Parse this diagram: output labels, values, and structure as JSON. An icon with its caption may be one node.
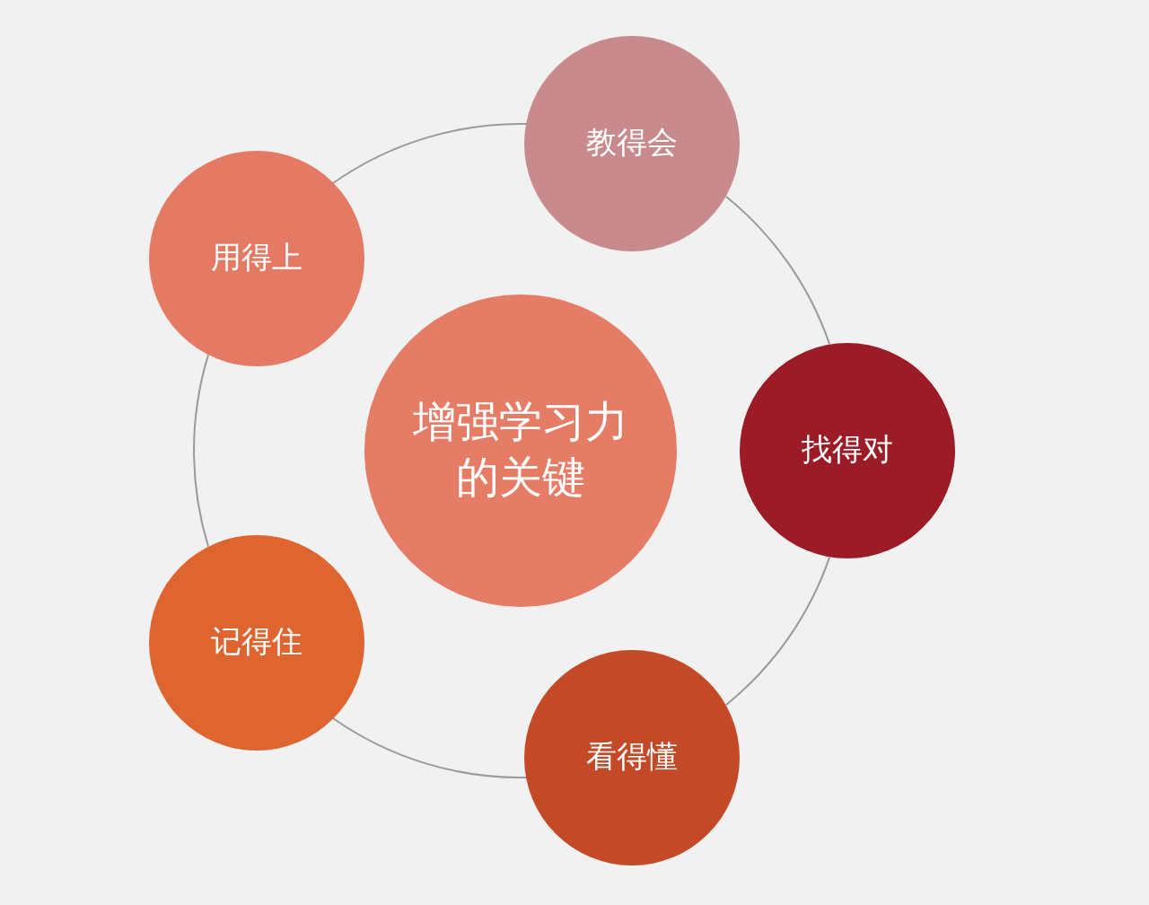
{
  "diagram": {
    "nodes": [
      {
        "text": [
          "教得会"
        ]
      },
      {
        "text": [
          "用得上"
        ]
      },
      {
        "text": [
          "增强学习力的关键"
        ]
      },
      {
        "text": [
          "找得对"
        ]
      },
      {
        "text": [
          "记得住"
        ]
      },
      {
        "text": [
          "看得懂"
        ]
      }
    ],
    "edges": [
      {
        "from": 0,
        "to": 3,
        "arrow": "none"
      },
      {
        "from": 3,
        "to": 5,
        "arrow": "none"
      },
      {
        "from": 5,
        "to": 4,
        "arrow": "none"
      },
      {
        "from": 4,
        "to": 1,
        "arrow": "none"
      },
      {
        "from": 1,
        "to": 0,
        "arrow": "none"
      }
    ]
  }
}
